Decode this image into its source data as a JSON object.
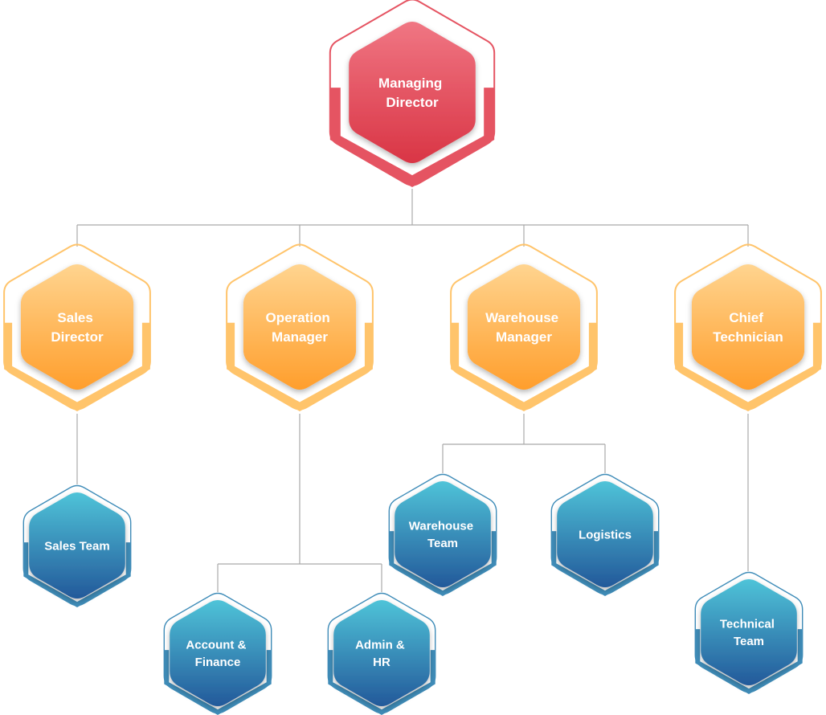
{
  "colors": {
    "director": {
      "outline": "#e55462",
      "light": "#f07683",
      "dark": "#d93545"
    },
    "manager": {
      "outline": "#ffc46b",
      "light": "#ffd48f",
      "dark": "#ff9e2c"
    },
    "team": {
      "outline": "#3f8cb8",
      "light": "#4fc3d8",
      "dark": "#23599a"
    },
    "connector": "#a9a9a9"
  },
  "nodes": {
    "managing_director": {
      "line1": "Managing",
      "line2": "Director"
    },
    "sales_director": {
      "line1": "Sales",
      "line2": "Director"
    },
    "operation_manager": {
      "line1": "Operation",
      "line2": "Manager"
    },
    "warehouse_manager": {
      "line1": "Warehouse",
      "line2": "Manager"
    },
    "chief_technician": {
      "line1": "Chief",
      "line2": "Technician"
    },
    "sales_team": {
      "line1": "Sales Team"
    },
    "account_finance": {
      "line1": "Account &",
      "line2": "Finance"
    },
    "admin_hr": {
      "line1": "Admin &",
      "line2": "HR"
    },
    "warehouse_team": {
      "line1": "Warehouse",
      "line2": "Team"
    },
    "logistics": {
      "line1": "Logistics"
    },
    "technical_team": {
      "line1": "Technical",
      "line2": "Team"
    }
  }
}
